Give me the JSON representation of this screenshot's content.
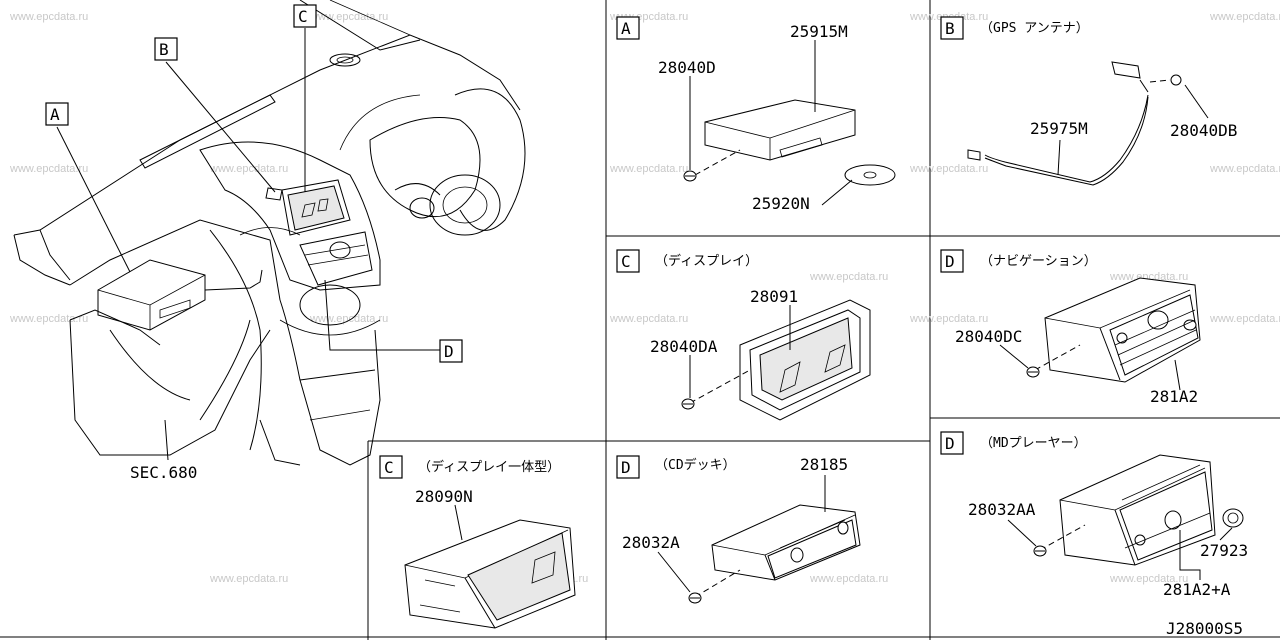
{
  "watermark": "www.epcdata.ru",
  "diagram_code": "J28000S5",
  "overview": {
    "callouts": [
      "A",
      "B",
      "C",
      "D"
    ],
    "sec_ref": "SEC.680"
  },
  "panels": {
    "A": {
      "letter": "A",
      "title": "",
      "parts": [
        "28040D",
        "25915M",
        "25920N"
      ]
    },
    "B": {
      "letter": "B",
      "title": "（GPS アンテナ）",
      "parts": [
        "25975M",
        "28040DB"
      ]
    },
    "C_display": {
      "letter": "C",
      "title": "（ディスプレイ）",
      "parts": [
        "28091",
        "28040DA"
      ]
    },
    "D_navi": {
      "letter": "D",
      "title": "（ナビゲーション）",
      "parts": [
        "28040DC",
        "281A2"
      ]
    },
    "C_integrated": {
      "letter": "C",
      "title": "（ディスプレイ一体型）",
      "parts": [
        "28090N"
      ]
    },
    "D_cd": {
      "letter": "D",
      "title": "（CDデッキ）",
      "parts": [
        "28185",
        "28032A"
      ]
    },
    "D_md": {
      "letter": "D",
      "title": "（MDプレーヤー）",
      "parts": [
        "28032AA",
        "27923",
        "281A2+A"
      ]
    }
  }
}
